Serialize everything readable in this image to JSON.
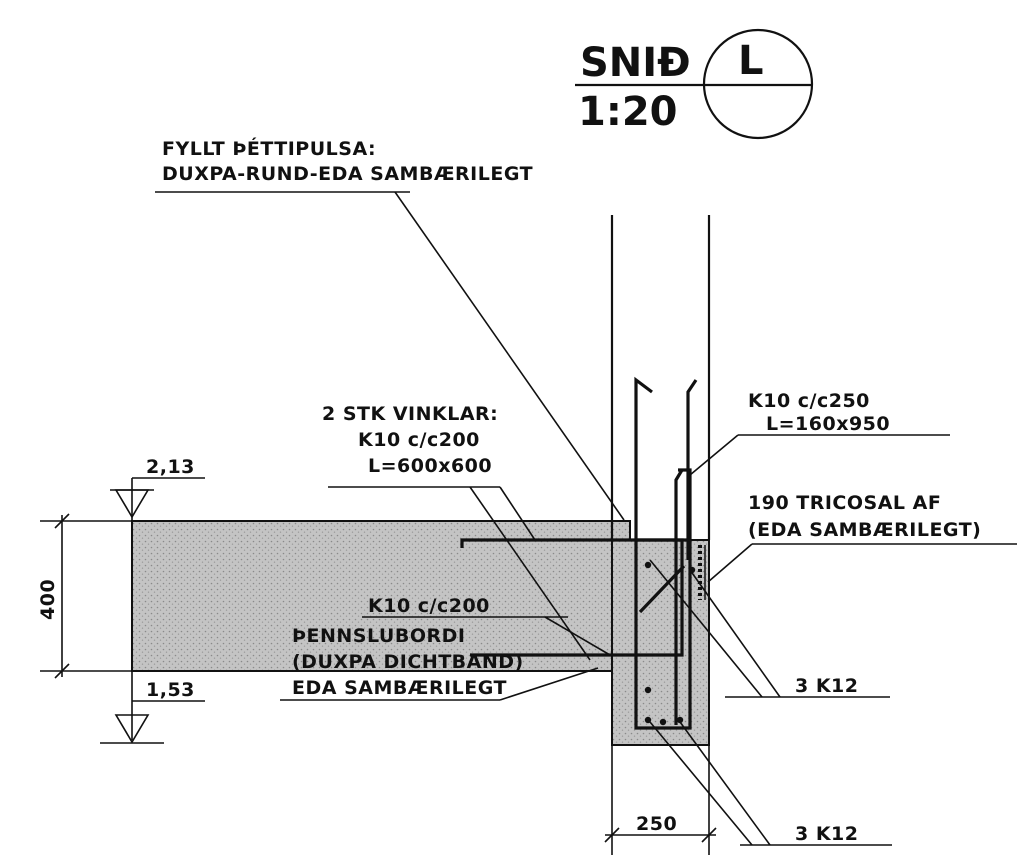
{
  "title": {
    "section_label": "SNIÐ",
    "section_id": "L",
    "scale": "1:20"
  },
  "labels": {
    "filler": [
      "FYLLT ÞÉTTIPULSA:",
      "DUXPA-RUND-EDA SAMBÆRILEGT"
    ],
    "angles": [
      "2 STK VINKLAR:",
      "K10 c/c200",
      "L=600x600"
    ],
    "wall_rebar": [
      "K10 c/c250",
      "L=160x950"
    ],
    "coating": [
      "190 TRICOSAL AF",
      "(EDA SAMBÆRILEGT)"
    ],
    "slab_rebar": "K10 c/c200",
    "waterstop": [
      "ÞENNSLUBORDI",
      "(DUXPA DICHTBAND)",
      "EDA SAMBÆRILEGT"
    ],
    "bars_upper": "3 K12",
    "bars_lower": "3 K12"
  },
  "levels": {
    "top": "2,13",
    "bottom": "1,53"
  },
  "dimensions": {
    "slab_thickness": "400",
    "wall_width": "250"
  },
  "colors": {
    "ink": "#111111",
    "concrete": "#bdbdbd",
    "concrete_dark": "#a9a9a9"
  }
}
